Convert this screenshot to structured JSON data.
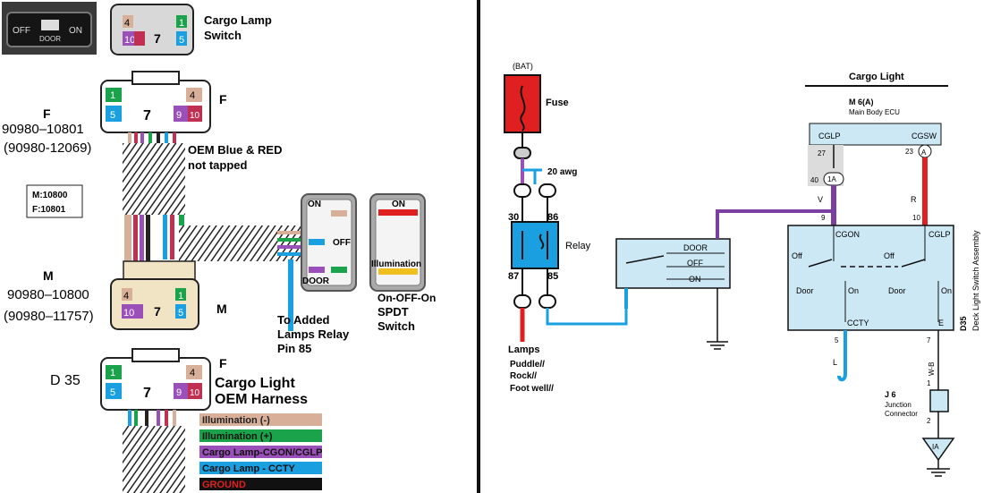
{
  "left": {
    "switch_photo": {
      "off": "OFF",
      "door": "DOOR",
      "on": "ON"
    },
    "cargo_lamp_switch": [
      "Cargo Lamp",
      "Switch"
    ],
    "connector_pins": {
      "p4": "4",
      "p1": "1",
      "p10": "10",
      "p9": "9",
      "p7": "7",
      "p5": "5"
    },
    "f_label": "F",
    "f_part": "90980–10801",
    "f_part_alt": "(90980-12069)",
    "oem_note": [
      "OEM Blue & RED",
      "not tapped"
    ],
    "box_m": "M:10800",
    "box_f": "F:10801",
    "m_label": "M",
    "m_part": "90980–10800",
    "m_part_alt": "(90980–11757)",
    "d35_label": "D 35",
    "cargo_light_harness": [
      "Cargo Light",
      "OEM Harness"
    ],
    "spdt_labels": {
      "on": "ON",
      "off": "OFF",
      "door": "DOOR"
    },
    "illum_switch": {
      "on": "ON",
      "label": "Illumination"
    },
    "to_relay": [
      "To Added",
      "Lamps Relay",
      "Pin 85"
    ],
    "spdt_caption": [
      "On-OFF-On",
      "SPDT",
      "Switch"
    ],
    "legend": [
      {
        "label": "Illumination (-)",
        "color": "#d8b09a",
        "text": "#222222"
      },
      {
        "label": "Illumination (+)",
        "color": "#1aa34a",
        "text": "#111111"
      },
      {
        "label": "Cargo Lamp-CGON/CGLP",
        "color": "#9b4fb8",
        "text": "#111111"
      },
      {
        "label": "Cargo Lamp - CCTY",
        "color": "#1a9fe0",
        "text": "#111111"
      },
      {
        "label": "GROUND",
        "color": "#111111",
        "text": "#e02020"
      }
    ]
  },
  "right": {
    "bat": "(BAT)",
    "fuse": "Fuse",
    "awg": "20 awg",
    "pin30": "30",
    "pin86": "86",
    "pin87": "87",
    "pin85": "85",
    "relay": "Relay",
    "lamps": "Lamps",
    "lamp_list": [
      "Puddle//",
      "Rock//",
      "Foot well//"
    ],
    "spdt": {
      "door": "DOOR",
      "off": "OFF",
      "on": "ON"
    },
    "cargo_light": "Cargo Light",
    "m6": "M 6(A)",
    "ecu": "Main Body ECU",
    "cglp": "CGLP",
    "cgsw": "CGSW",
    "pin27": "27",
    "pin23": "23",
    "pin40": "40",
    "conn_1a": "1A",
    "conn_a": "A",
    "wire_v": "V",
    "wire_r": "R",
    "pin9": "9",
    "pin10": "10",
    "sw": {
      "cgon": "CGON",
      "cglp": "CGLP",
      "off1": "Off",
      "off2": "Off",
      "door1": "Door",
      "on1": "On",
      "door2": "Door",
      "on2": "On",
      "ccty": "CCTY",
      "e": "E"
    },
    "d35": "D35",
    "deck": "Deck Light Switch Assembly",
    "pin5": "5",
    "pin7": "7",
    "wire_l": "L",
    "wire_wb": "W-B",
    "j6": "J 6",
    "junction": [
      "Junction",
      "Connector"
    ],
    "pin1": "1",
    "pin2": "2",
    "ia": "IA"
  }
}
